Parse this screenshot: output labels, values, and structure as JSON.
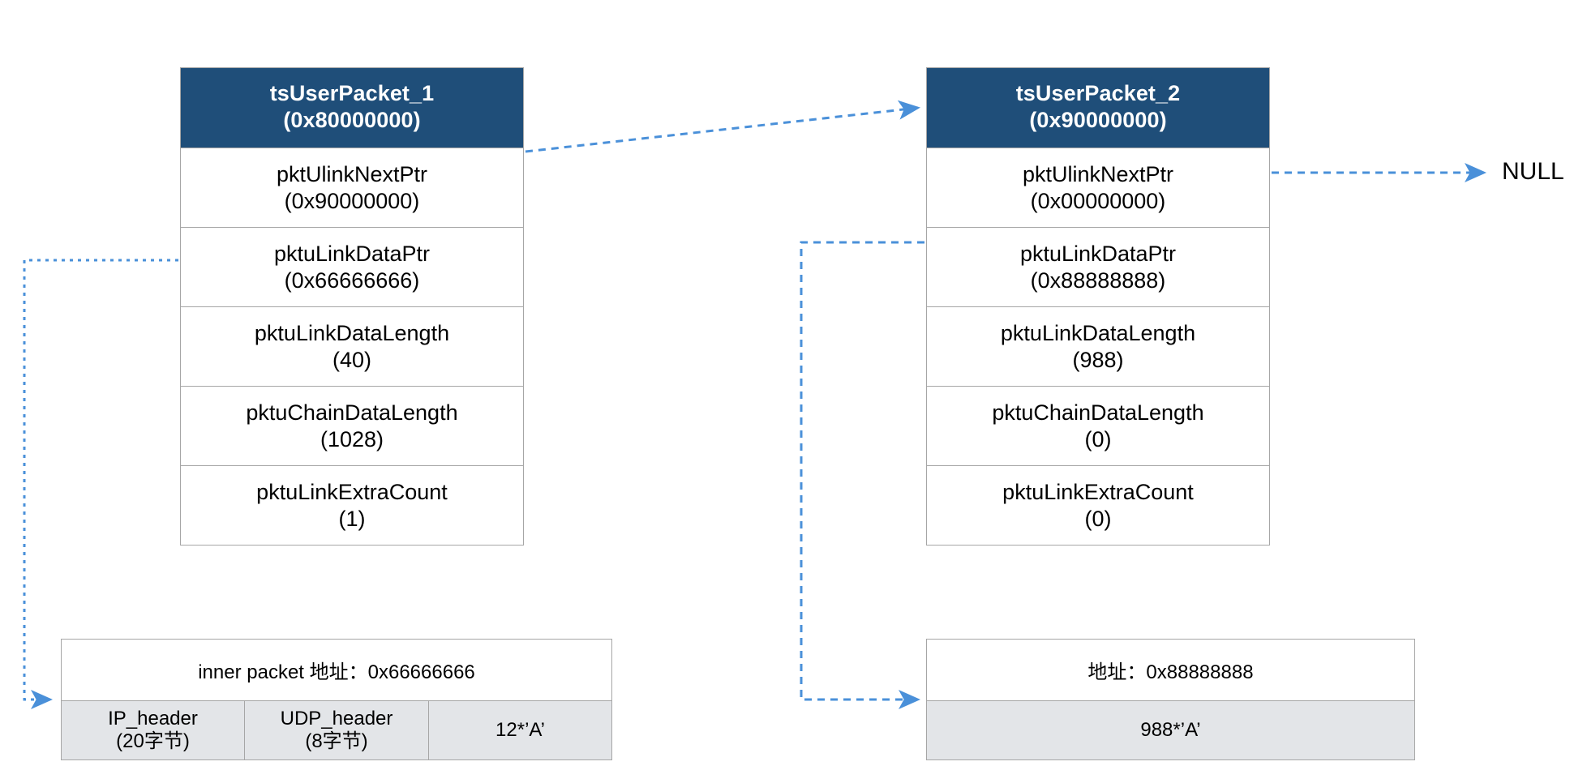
{
  "diagram": {
    "title": "tsUserPacket chain",
    "accent_header_color": "#1F4E79",
    "connector_color": "#4a90d9",
    "cell_fill_color": "#e3e5e8",
    "border_color": "#a6a6a6"
  },
  "packets": [
    {
      "header_name": "tsUserPacket_1",
      "header_addr": "(0x80000000)",
      "fields": [
        {
          "name": "pktUlinkNextPtr",
          "value": "(0x90000000)"
        },
        {
          "name": "pktuLinkDataPtr",
          "value": "(0x66666666)"
        },
        {
          "name": "pktuLinkDataLength",
          "value": "(40)"
        },
        {
          "name": "pktuChainDataLength",
          "value": "(1028)"
        },
        {
          "name": "pktuLinkExtraCount",
          "value": "(1)"
        }
      ]
    },
    {
      "header_name": "tsUserPacket_2",
      "header_addr": "(0x90000000)",
      "fields": [
        {
          "name": "pktUlinkNextPtr",
          "value": "(0x00000000)"
        },
        {
          "name": "pktuLinkDataPtr",
          "value": "(0x88888888)"
        },
        {
          "name": "pktuLinkDataLength",
          "value": "(988)"
        },
        {
          "name": "pktuChainDataLength",
          "value": "(0)"
        },
        {
          "name": "pktuLinkExtraCount",
          "value": "(0)"
        }
      ]
    }
  ],
  "buffers": [
    {
      "addr_label": "inner packet 地址：0x66666666",
      "cells": [
        {
          "name": "IP_header",
          "value": "(20字节)"
        },
        {
          "name": "UDP_header",
          "value": "(8字节)"
        },
        {
          "name": "12*’A’",
          "value": ""
        }
      ]
    },
    {
      "addr_label": "地址：0x88888888",
      "cells": [
        {
          "name": "988*’A’",
          "value": ""
        }
      ]
    }
  ],
  "labels": {
    "null_terminator": "NULL"
  }
}
